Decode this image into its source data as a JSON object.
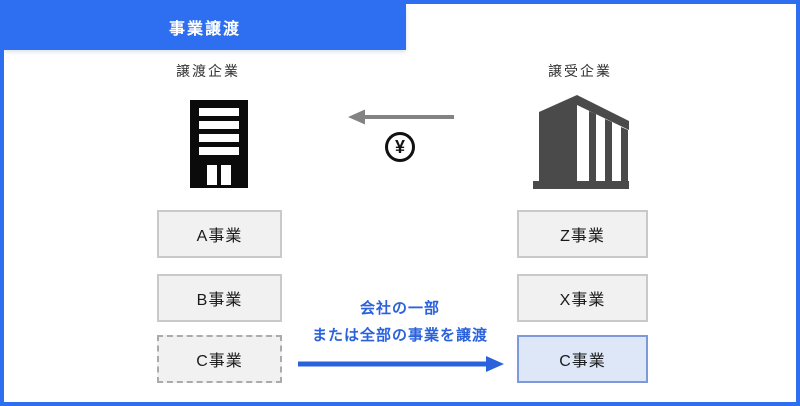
{
  "header": {
    "title": "事業譲渡"
  },
  "left_company": {
    "label": "譲渡企業",
    "businesses": [
      "A事業",
      "B事業",
      "C事業"
    ]
  },
  "right_company": {
    "label": "譲受企業",
    "businesses": [
      "Z事業",
      "X事業",
      "C事業"
    ]
  },
  "transfer": {
    "caption_line1": "会社の一部",
    "caption_line2": "または全部の事業を譲渡"
  },
  "icons": {
    "yen_symbol": "¥",
    "left_building": "office-building",
    "right_building": "modern-building",
    "payment_arrow_direction": "left",
    "transfer_arrow_direction": "right"
  },
  "colors": {
    "primary_blue": "#2e6ef0",
    "caption_blue": "#2b62dc",
    "highlight_box_bg": "#dee7f8",
    "highlight_box_border": "#7d99de",
    "box_bg": "#f1f1f1",
    "box_border": "#c9c9c9",
    "gray_arrow": "#838383",
    "building_dark_gray": "#4a4a4a"
  }
}
